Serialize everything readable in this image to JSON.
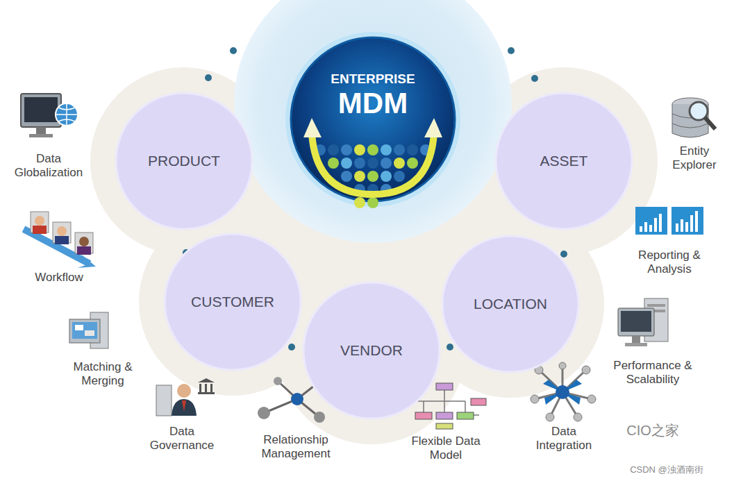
{
  "diagram": {
    "nodes": [
      {
        "text": [
          "ENTERPRISE",
          "MDM"
        ]
      },
      {
        "text": [
          "PRODUCT"
        ]
      },
      {
        "text": [
          "ASSET"
        ]
      },
      {
        "text": [
          "CUSTOMER"
        ]
      },
      {
        "text": [
          "LOCATION"
        ]
      },
      {
        "text": [
          "VENDOR"
        ]
      }
    ],
    "labels": [
      "Data Globalization",
      "Entity Explorer",
      "Workflow",
      "Reporting & Analysis",
      "Matching & Merging",
      "Performance & Scalability",
      "Data Governance",
      "Relationship Management",
      "Flexible Data Model",
      "Data Integration",
      "CIO之家",
      "CSDN @浊酒南街"
    ]
  }
}
